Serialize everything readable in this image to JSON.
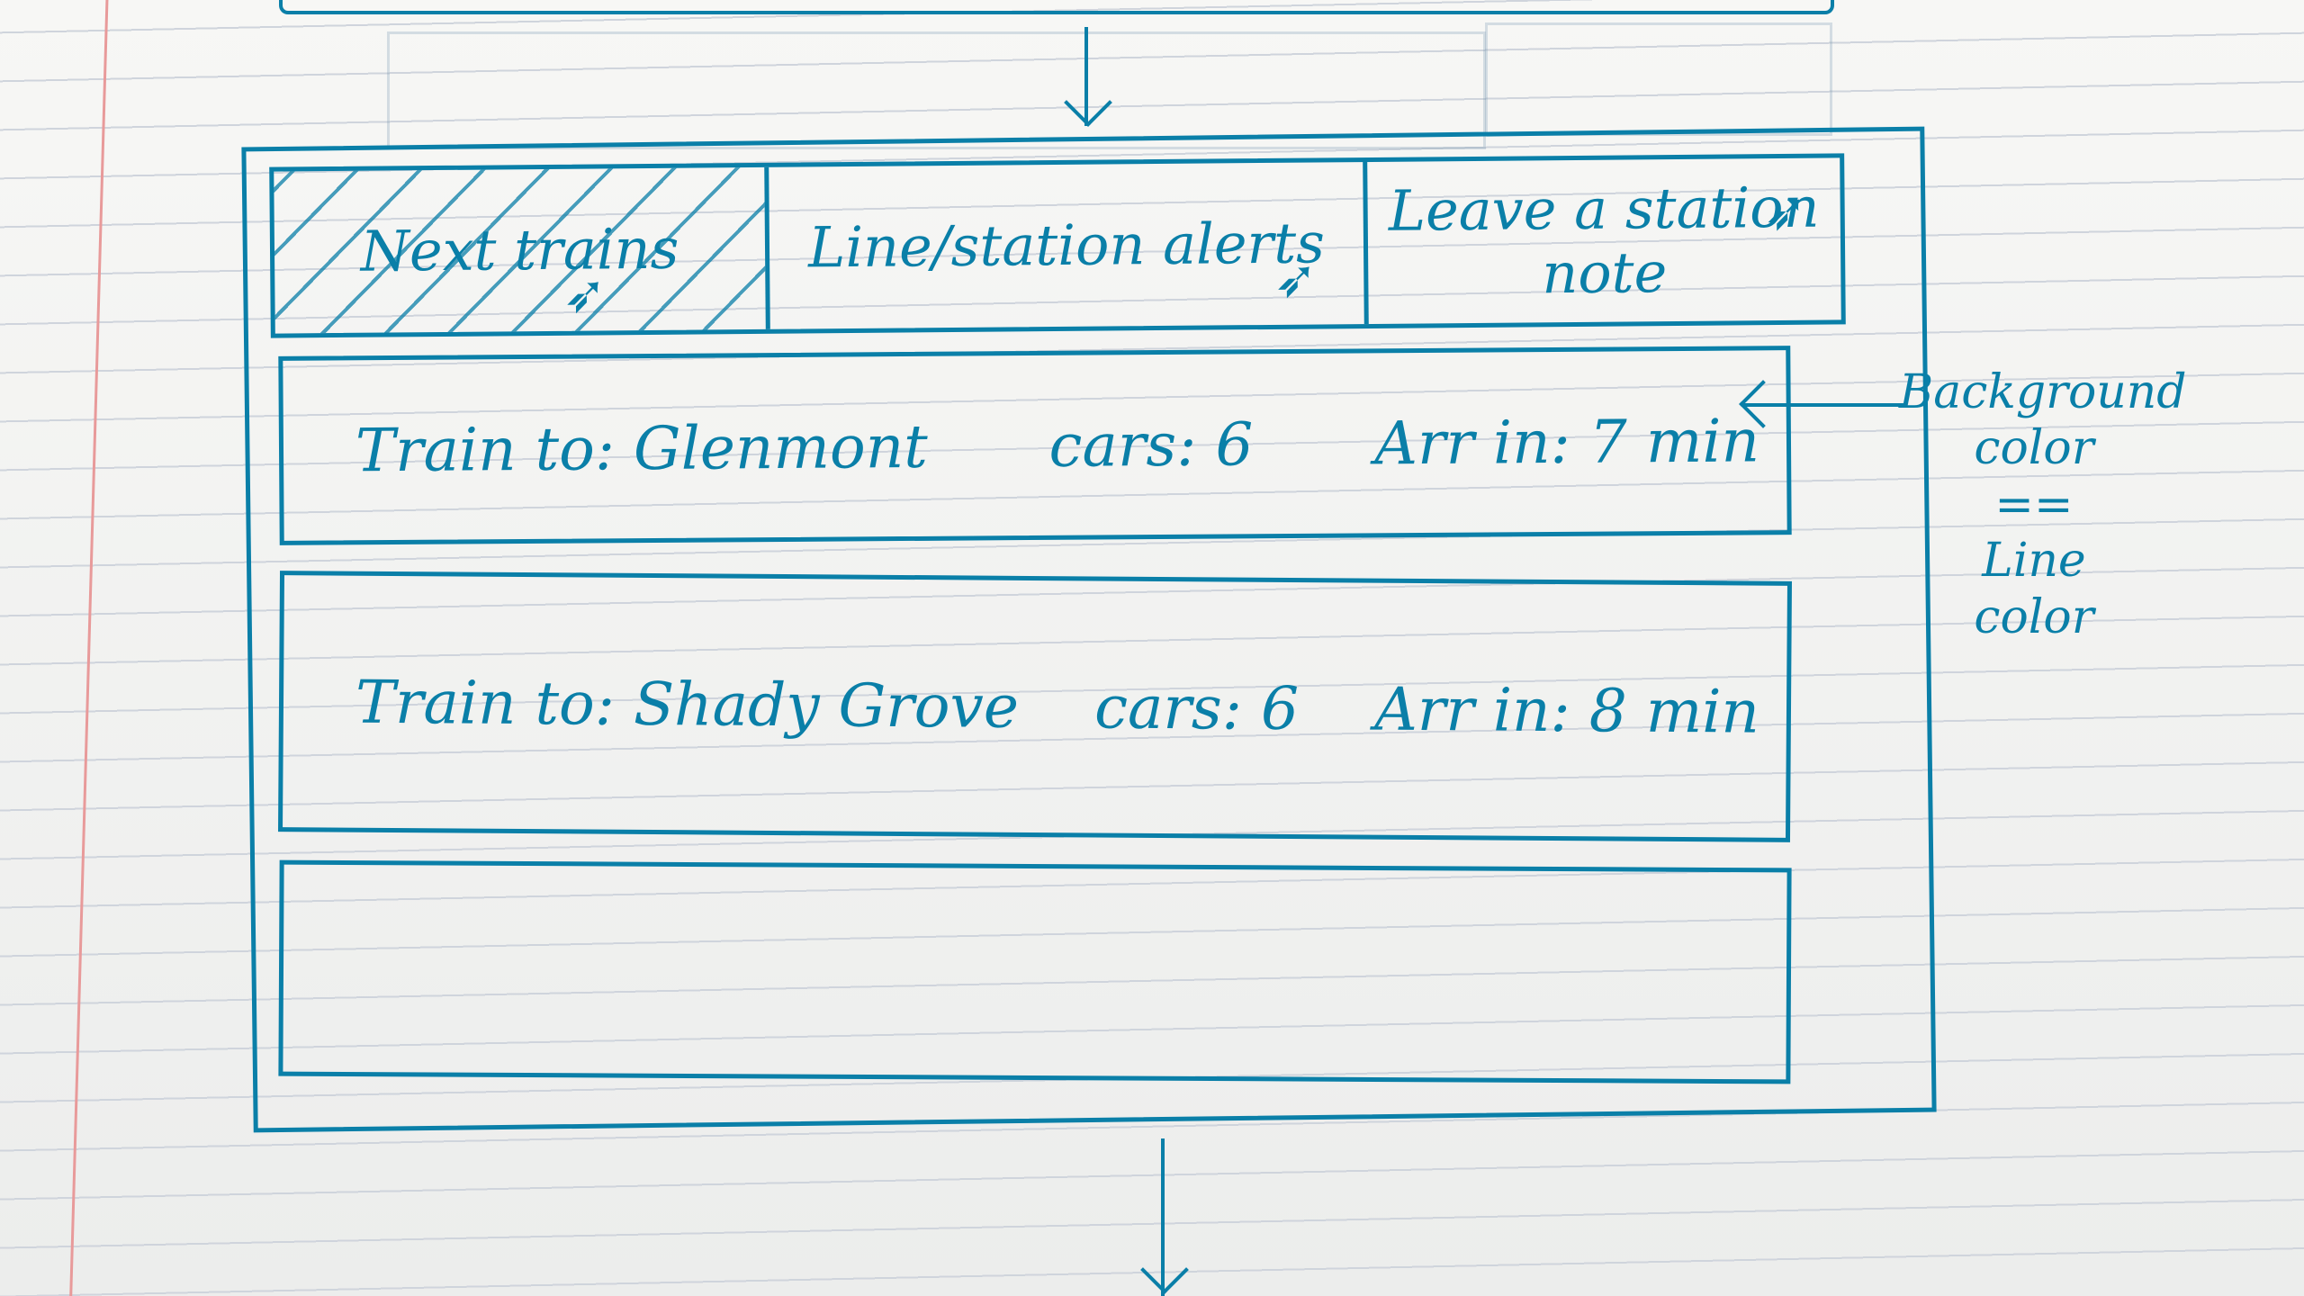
{
  "tabs": [
    {
      "label": "Next trains",
      "selected": true
    },
    {
      "label": "Line/station alerts",
      "selected": false
    },
    {
      "label": "Leave a station note",
      "selected": false
    }
  ],
  "trains": [
    {
      "destination": "Train to: Glenmont",
      "cars": "cars: 6",
      "arrival": "Arr in: 7 min"
    },
    {
      "destination": "Train to: Shady Grove",
      "cars": "cars: 6",
      "arrival": "Arr in: 8 min"
    }
  ],
  "annotation": {
    "line1": "Background",
    "line2": "color",
    "line3": "==",
    "line4": "Line",
    "line5": "color"
  },
  "colors": {
    "ink": "#0a7fa8",
    "paper": "#f3f3f1",
    "rule_line": "#cfd4dc",
    "margin_line": "#e89a9a"
  },
  "icons": {
    "cursor": "pointer-cursor-icon",
    "arrow": "down-arrow-icon"
  }
}
